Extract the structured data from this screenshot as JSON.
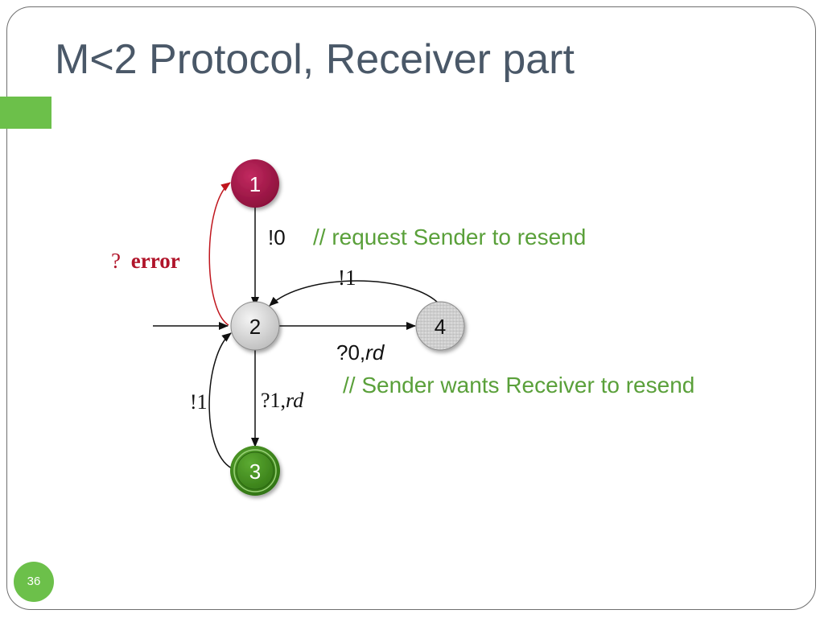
{
  "slide": {
    "title": "M<2 Protocol, Receiver part",
    "page_number": "36"
  },
  "colors": {
    "title": "#4a5868",
    "accent": "#6cc04a",
    "comment": "#5aa03a",
    "error": "#b0142a",
    "state_1": "#a3164a",
    "state_3": "#3f8a1c",
    "state_default": "#d4d4d4"
  },
  "diagram": {
    "states": [
      {
        "id": "1",
        "label": "1"
      },
      {
        "id": "2",
        "label": "2"
      },
      {
        "id": "3",
        "label": "3"
      },
      {
        "id": "4",
        "label": "4"
      }
    ],
    "transitions": {
      "t1_2": {
        "label": "!0",
        "comment": "// request Sender to resend"
      },
      "t2_1": {
        "label_q": "?",
        "label_bold": "error"
      },
      "t4_2": {
        "label": "!1"
      },
      "t2_4": {
        "label_main": "?0,",
        "label_italic": "rd",
        "comment": "// Sender wants Receiver to resend"
      },
      "t2_3": {
        "label_main": "?1,",
        "label_italic": "rd"
      },
      "t3_2": {
        "label": "!1"
      }
    }
  }
}
